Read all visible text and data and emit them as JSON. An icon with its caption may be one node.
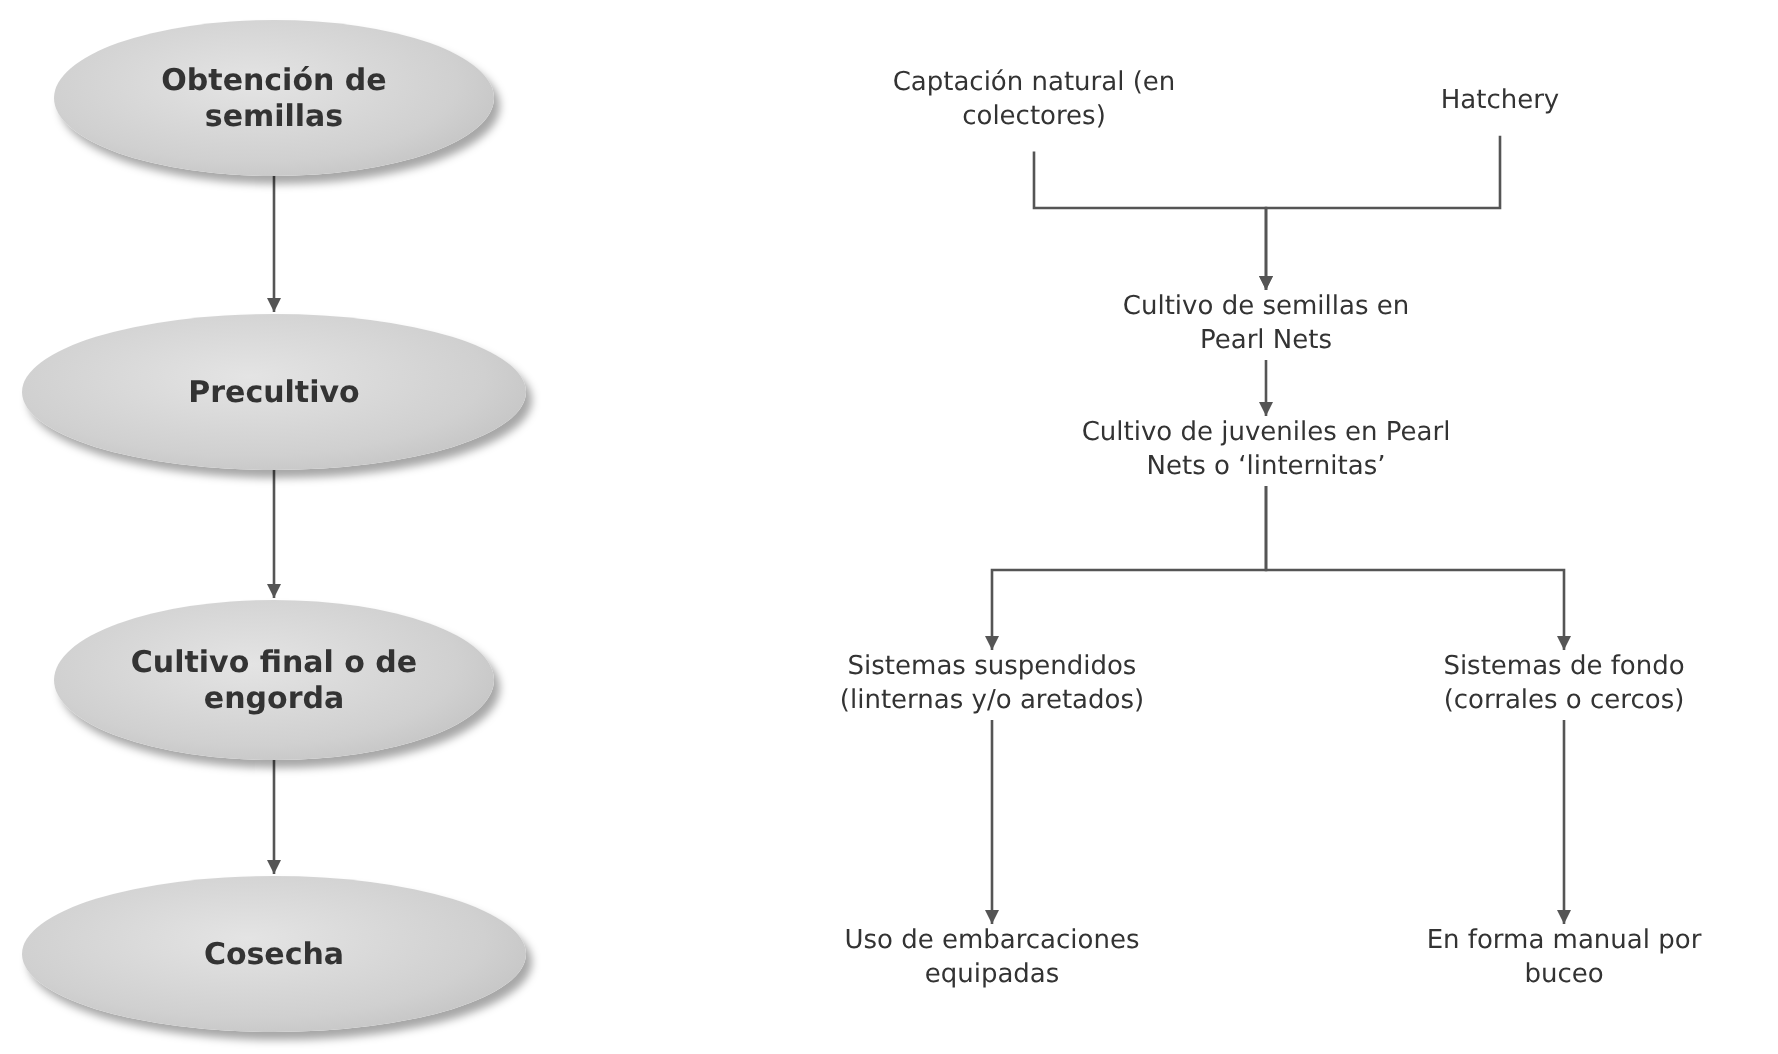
{
  "diagram": {
    "nodes": [
      {
        "text": [
          "Obtención de semillas"
        ]
      },
      {
        "text": [
          "Precultivo"
        ]
      },
      {
        "text": [
          "Cultivo final o de engorda"
        ]
      },
      {
        "text": [
          "Cosecha"
        ]
      },
      {
        "text": [
          "Captación natural (en colectores)"
        ]
      },
      {
        "text": [
          "Hatchery"
        ]
      },
      {
        "text": [
          "Cultivo de semillas en Pearl Nets"
        ]
      },
      {
        "text": [
          "Cultivo de juveniles en Pearl Nets o ‘linternitas’"
        ]
      },
      {
        "text": [
          "Sistemas suspendidos (linternas y/o aretados)"
        ]
      },
      {
        "text": [
          "Sistemas de fondo (corrales o cercos)"
        ]
      },
      {
        "text": [
          "Uso de embarcaciones equipadas"
        ]
      },
      {
        "text": [
          "En forma manual por buceo"
        ]
      }
    ],
    "edges": [
      {
        "from": 0,
        "to": 1,
        "arrow": "to"
      },
      {
        "from": 1,
        "to": 2,
        "arrow": "to"
      },
      {
        "from": 2,
        "to": 3,
        "arrow": "to"
      },
      {
        "from": 4,
        "to": 6,
        "arrow": "to"
      },
      {
        "from": 5,
        "to": 6,
        "arrow": "to"
      },
      {
        "from": 6,
        "to": 7,
        "arrow": "to"
      },
      {
        "from": 7,
        "to": 8,
        "arrow": "to"
      },
      {
        "from": 7,
        "to": 9,
        "arrow": "to"
      },
      {
        "from": 8,
        "to": 10,
        "arrow": "to"
      },
      {
        "from": 9,
        "to": 11,
        "arrow": "to"
      }
    ]
  }
}
